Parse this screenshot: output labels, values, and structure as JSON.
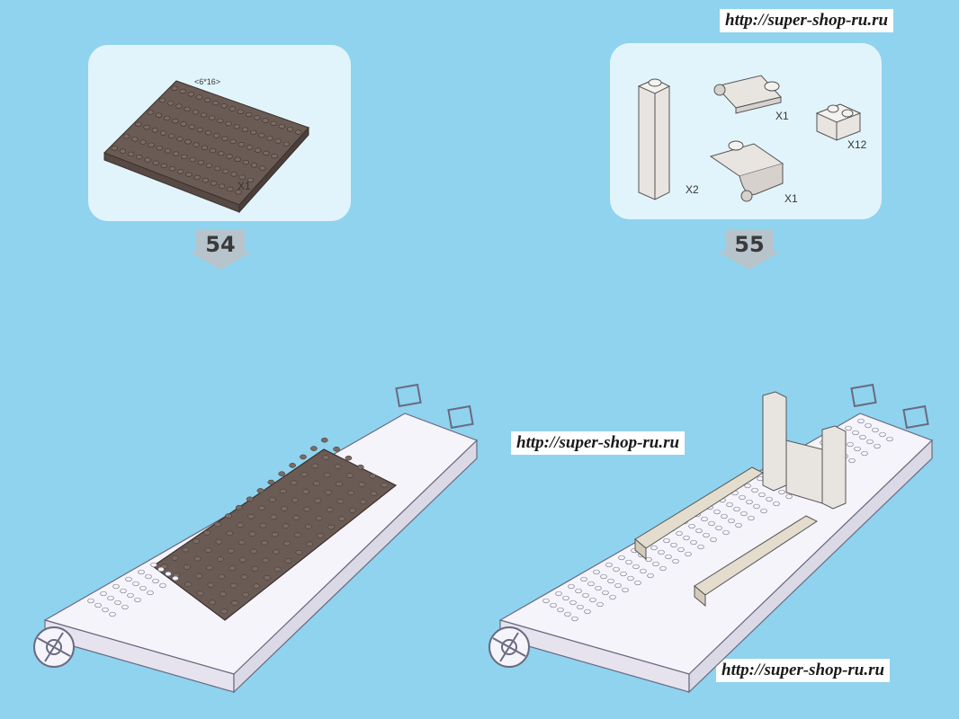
{
  "watermarks": {
    "top": "http://super-shop-ru.ru",
    "middle": "http://super-shop-ru.ru",
    "bottom": "http://super-shop-ru.ru"
  },
  "step54": {
    "number": "54",
    "part_size": "<6*16>",
    "quantity": "X1"
  },
  "step55": {
    "number": "55",
    "pillar_qty": "X2",
    "hinge_top_qty": "X1",
    "hinge_bottom_qty": "X1",
    "brick_qty": "X12"
  },
  "colors": {
    "background": "#8fd3ef",
    "panel": "#e2f4fb",
    "plate_brown": "#6b5b55",
    "part_grey": "#e8e4e0",
    "step_arrow": "#b8c4cc"
  }
}
